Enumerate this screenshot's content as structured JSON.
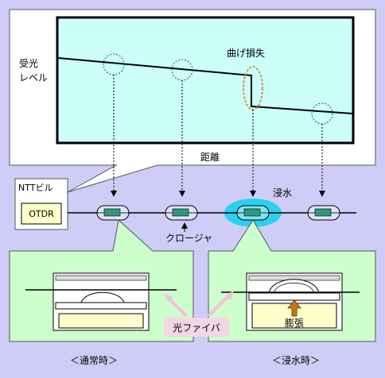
{
  "graph": {
    "ylabel_line1": "受光",
    "ylabel_line2": "レベル",
    "xlabel": "距離",
    "loss_label": "曲げ損失"
  },
  "building": {
    "name": "NTTビル",
    "device": "OTDR"
  },
  "line_labels": {
    "closure": "クロージャ",
    "flooding": "浸水",
    "fiber": "光ファイバ"
  },
  "detail_panels": {
    "normal_caption": "＜通常時＞",
    "flooded_caption": "＜浸水時＞",
    "expansion": "膨張"
  },
  "colors": {
    "background": "#cfcdf8",
    "graph_area": "#ccfff8",
    "panel": "#ccffcc",
    "device_fill": "#ffffcc",
    "closure_green": "#2e9a7a",
    "flood_cyan": "#29d0f0",
    "loss_oval": "#d2924a",
    "fiber_label_bg": "#f6d6e6",
    "arrow_pink": "#f7c0d8",
    "expansion_arrow": "#c07818"
  }
}
